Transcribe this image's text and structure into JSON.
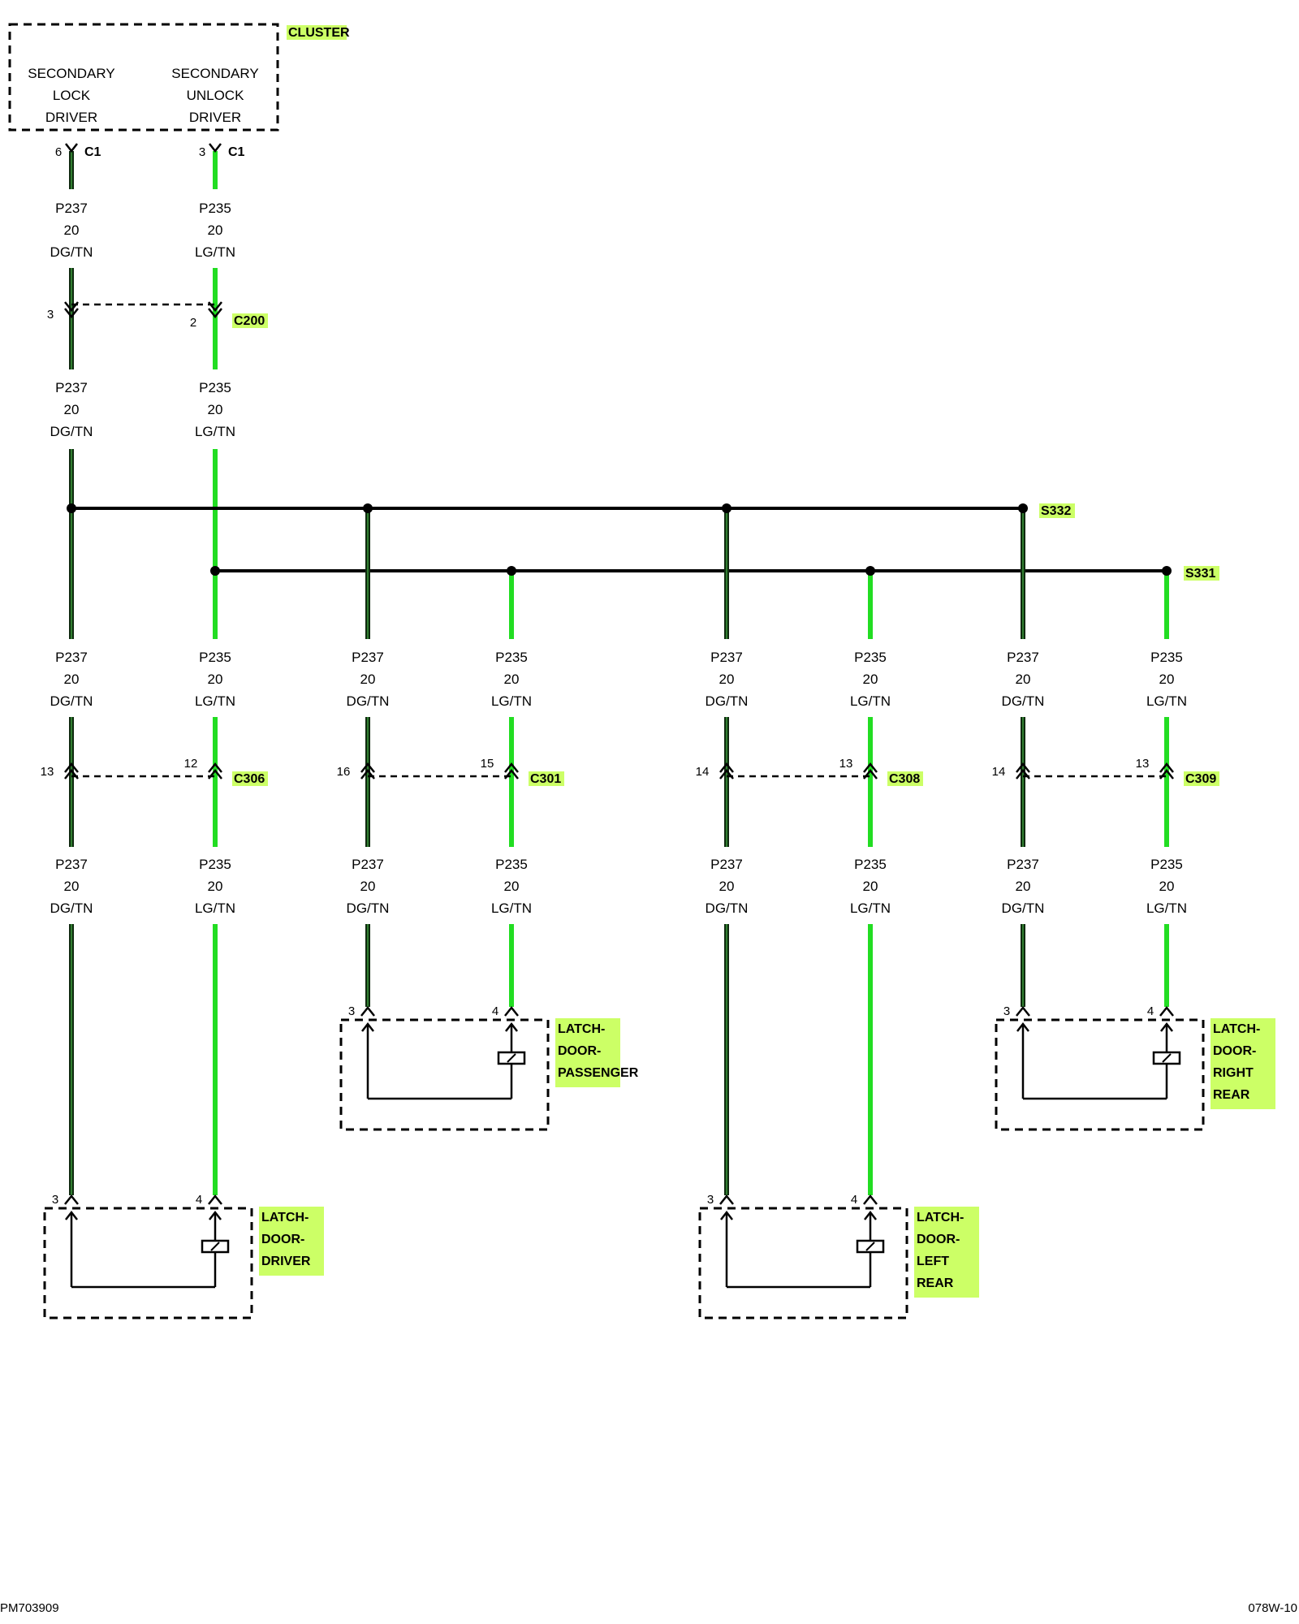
{
  "colors": {
    "dg_wire": "#0e2a0e",
    "dg_core": "#3d9a3d",
    "lg_wire": "#22dd22",
    "highlight": "#ccff66",
    "line": "#000000"
  },
  "cluster": {
    "name": "CLUSTER",
    "lock_driver": [
      "SECONDARY",
      "LOCK",
      "DRIVER"
    ],
    "unlock_driver": [
      "SECONDARY",
      "UNLOCK",
      "DRIVER"
    ],
    "connector": "C1",
    "lock_pin": "6",
    "unlock_pin": "3"
  },
  "wires": {
    "p237": {
      "circuit": "P237",
      "gauge": "20",
      "color": "DG/TN"
    },
    "p235": {
      "circuit": "P235",
      "gauge": "20",
      "color": "LG/TN"
    }
  },
  "inline_c200": {
    "name": "C200",
    "p237_pin": "3",
    "p235_pin": "2"
  },
  "splices": {
    "dg": "S332",
    "lg": "S331"
  },
  "door_connectors": [
    {
      "name": "C306",
      "p237_pin": "13",
      "p235_pin": "12"
    },
    {
      "name": "C301",
      "p237_pin": "16",
      "p235_pin": "15"
    },
    {
      "name": "C308",
      "p237_pin": "14",
      "p235_pin": "13"
    },
    {
      "name": "C309",
      "p237_pin": "14",
      "p235_pin": "13"
    }
  ],
  "latches": [
    {
      "lines": [
        "LATCH-",
        "DOOR-",
        "DRIVER"
      ],
      "p237_pin": "3",
      "p235_pin": "4"
    },
    {
      "lines": [
        "LATCH-",
        "DOOR-",
        "PASSENGER"
      ],
      "p237_pin": "3",
      "p235_pin": "4"
    },
    {
      "lines": [
        "LATCH-",
        "DOOR-",
        "LEFT",
        "REAR"
      ],
      "p237_pin": "3",
      "p235_pin": "4"
    },
    {
      "lines": [
        "LATCH-",
        "DOOR-",
        "RIGHT",
        "REAR"
      ],
      "p237_pin": "3",
      "p235_pin": "4"
    }
  ],
  "footer": {
    "left": "PM703909",
    "right": "078W-10"
  }
}
